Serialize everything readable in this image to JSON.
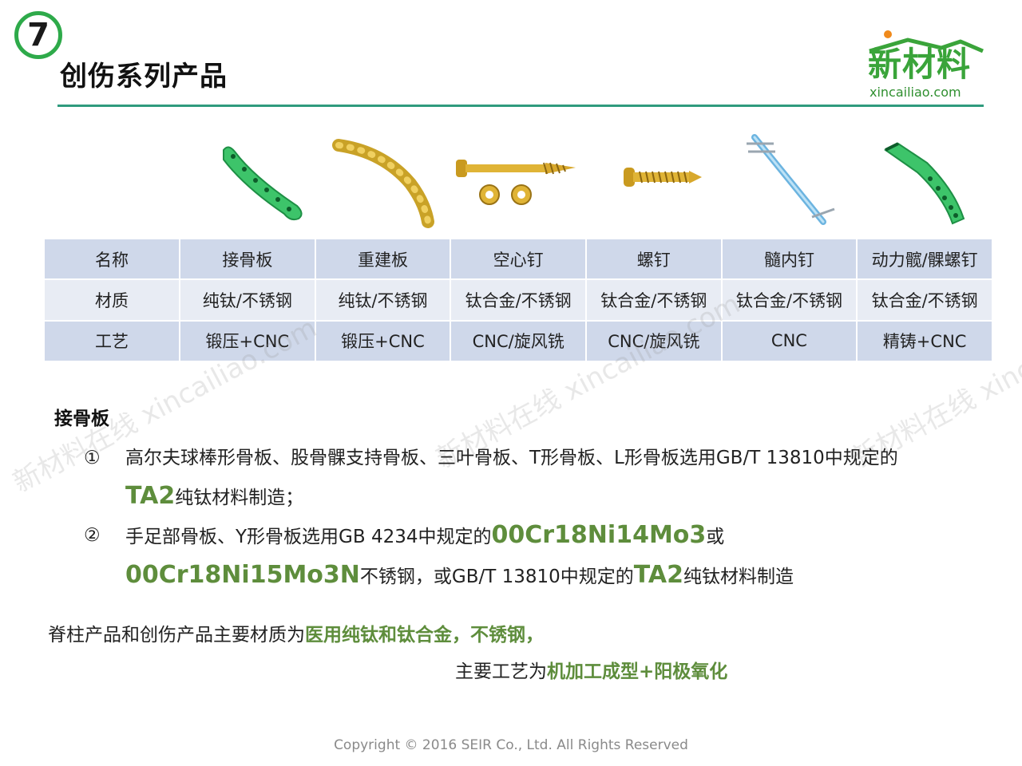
{
  "badge": "7",
  "title": "创伤系列产品",
  "logo": {
    "text": "新材料",
    "sub": "xincailiao.com",
    "color": "#3aa43a"
  },
  "watermark": "新材料在线 xincailiao.com",
  "table": {
    "rows": [
      [
        "名称",
        "接骨板",
        "重建板",
        "空心钉",
        "螺钉",
        "髓内钉",
        "动力髋/髁螺钉"
      ],
      [
        "材质",
        "纯钛/不锈钢",
        "纯钛/不锈钢",
        "钛合金/不锈钢",
        "钛合金/不锈钢",
        "钛合金/不锈钢",
        "钛合金/不锈钢"
      ],
      [
        "工艺",
        "锻压+CNC",
        "锻压+CNC",
        "CNC/旋风铣",
        "CNC/旋风铣",
        "CNC",
        "精铸+CNC"
      ]
    ]
  },
  "section": {
    "heading": "接骨板",
    "item1": {
      "num": "①",
      "text_a": "高尔夫球棒形骨板、股骨髁支持骨板、三叶骨板、T形骨板、L形骨板选用GB/T  13810中规定的",
      "hl_a": "TA2",
      "text_b": "纯钛材料制造；"
    },
    "item2": {
      "num": "②",
      "text_a": "手足部骨板、Y形骨板选用GB  4234中规定的",
      "hl_a": "00Cr18Ni14Mo3",
      "text_b": "或",
      "hl_b": "00Cr18Ni15Mo3N",
      "text_c": "不锈钢，或GB/T 13810中规定的",
      "hl_c": "TA2",
      "text_d": "纯钛材料制造"
    }
  },
  "summary": {
    "line1_a": "脊柱产品和创伤产品主要材质为",
    "line1_hl": "医用纯钛和钛合金，不锈钢，",
    "line2_a": "主要工艺为",
    "line2_hl": "机加工成型+阳极氧化"
  },
  "copyright": "Copyright © 2016  SEIR Co., Ltd. All Rights Reserved",
  "colors": {
    "accent": "#2eaa4a",
    "highlight": "#5e8d3c",
    "rule": "#2f9b7e"
  }
}
